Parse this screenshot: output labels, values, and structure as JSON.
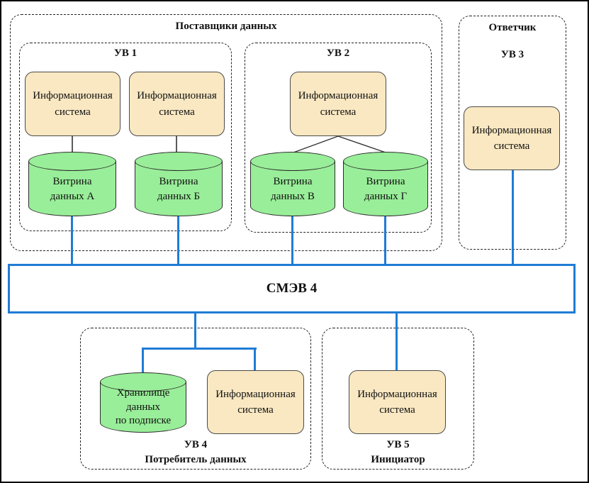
{
  "colors": {
    "connector_blue": "#1f7cd5",
    "system_box_fill": "#f9e8c2",
    "datamart_fill": "#99ee99",
    "dashed_border": "#222222"
  },
  "providers": {
    "label": "Поставщики данных",
    "uv1": {
      "label": "УВ 1",
      "system1": "Информационная\nсистема",
      "system2": "Информационная\nсистема",
      "datamart_a": "Витрина\nданных А",
      "datamart_b": "Витрина\nданных Б"
    },
    "uv2": {
      "label": "УВ 2",
      "system": "Информационная\nсистема",
      "datamart_v": "Витрина\nданных В",
      "datamart_g": "Витрина\nданных Г"
    }
  },
  "responder": {
    "label": "Ответчик",
    "uv_label": "УВ 3",
    "system": "Информационная\nсистема"
  },
  "smev": {
    "label": "СМЭВ 4"
  },
  "consumer": {
    "uv_label": "УВ 4",
    "label": "Потребитель данных",
    "storage": "Хранилище\nданных\nпо подписке",
    "system": "Информационная\nсистема"
  },
  "initiator": {
    "uv_label": "УВ 5",
    "label": "Инициатор",
    "system": "Информационная\nсистема"
  }
}
